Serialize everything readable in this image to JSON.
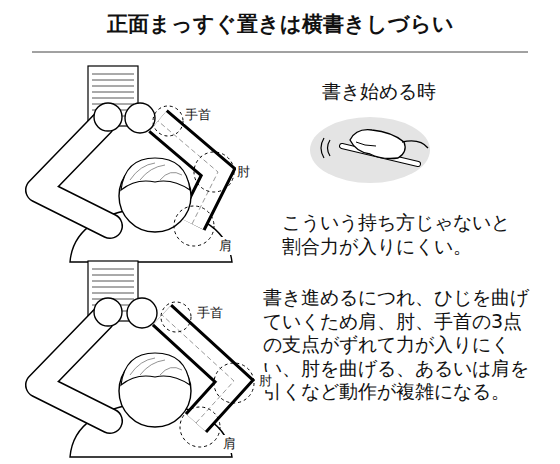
{
  "diagram": {
    "title": "正面まっすぐ置きは横書きしづらい",
    "labels": [
      "手首",
      "肘",
      "肩",
      "書き始める時",
      "こういう持ち方じゃないと割合力が入りにくい。",
      "書き進めるにつれ、ひじを曲げていくため肩、肘、手首の3点の支点がずれて力が入りにくい、肘を曲げる、あるいは肩を引くなど動作が複雑になる。",
      "手首",
      "肘",
      "肩"
    ]
  }
}
